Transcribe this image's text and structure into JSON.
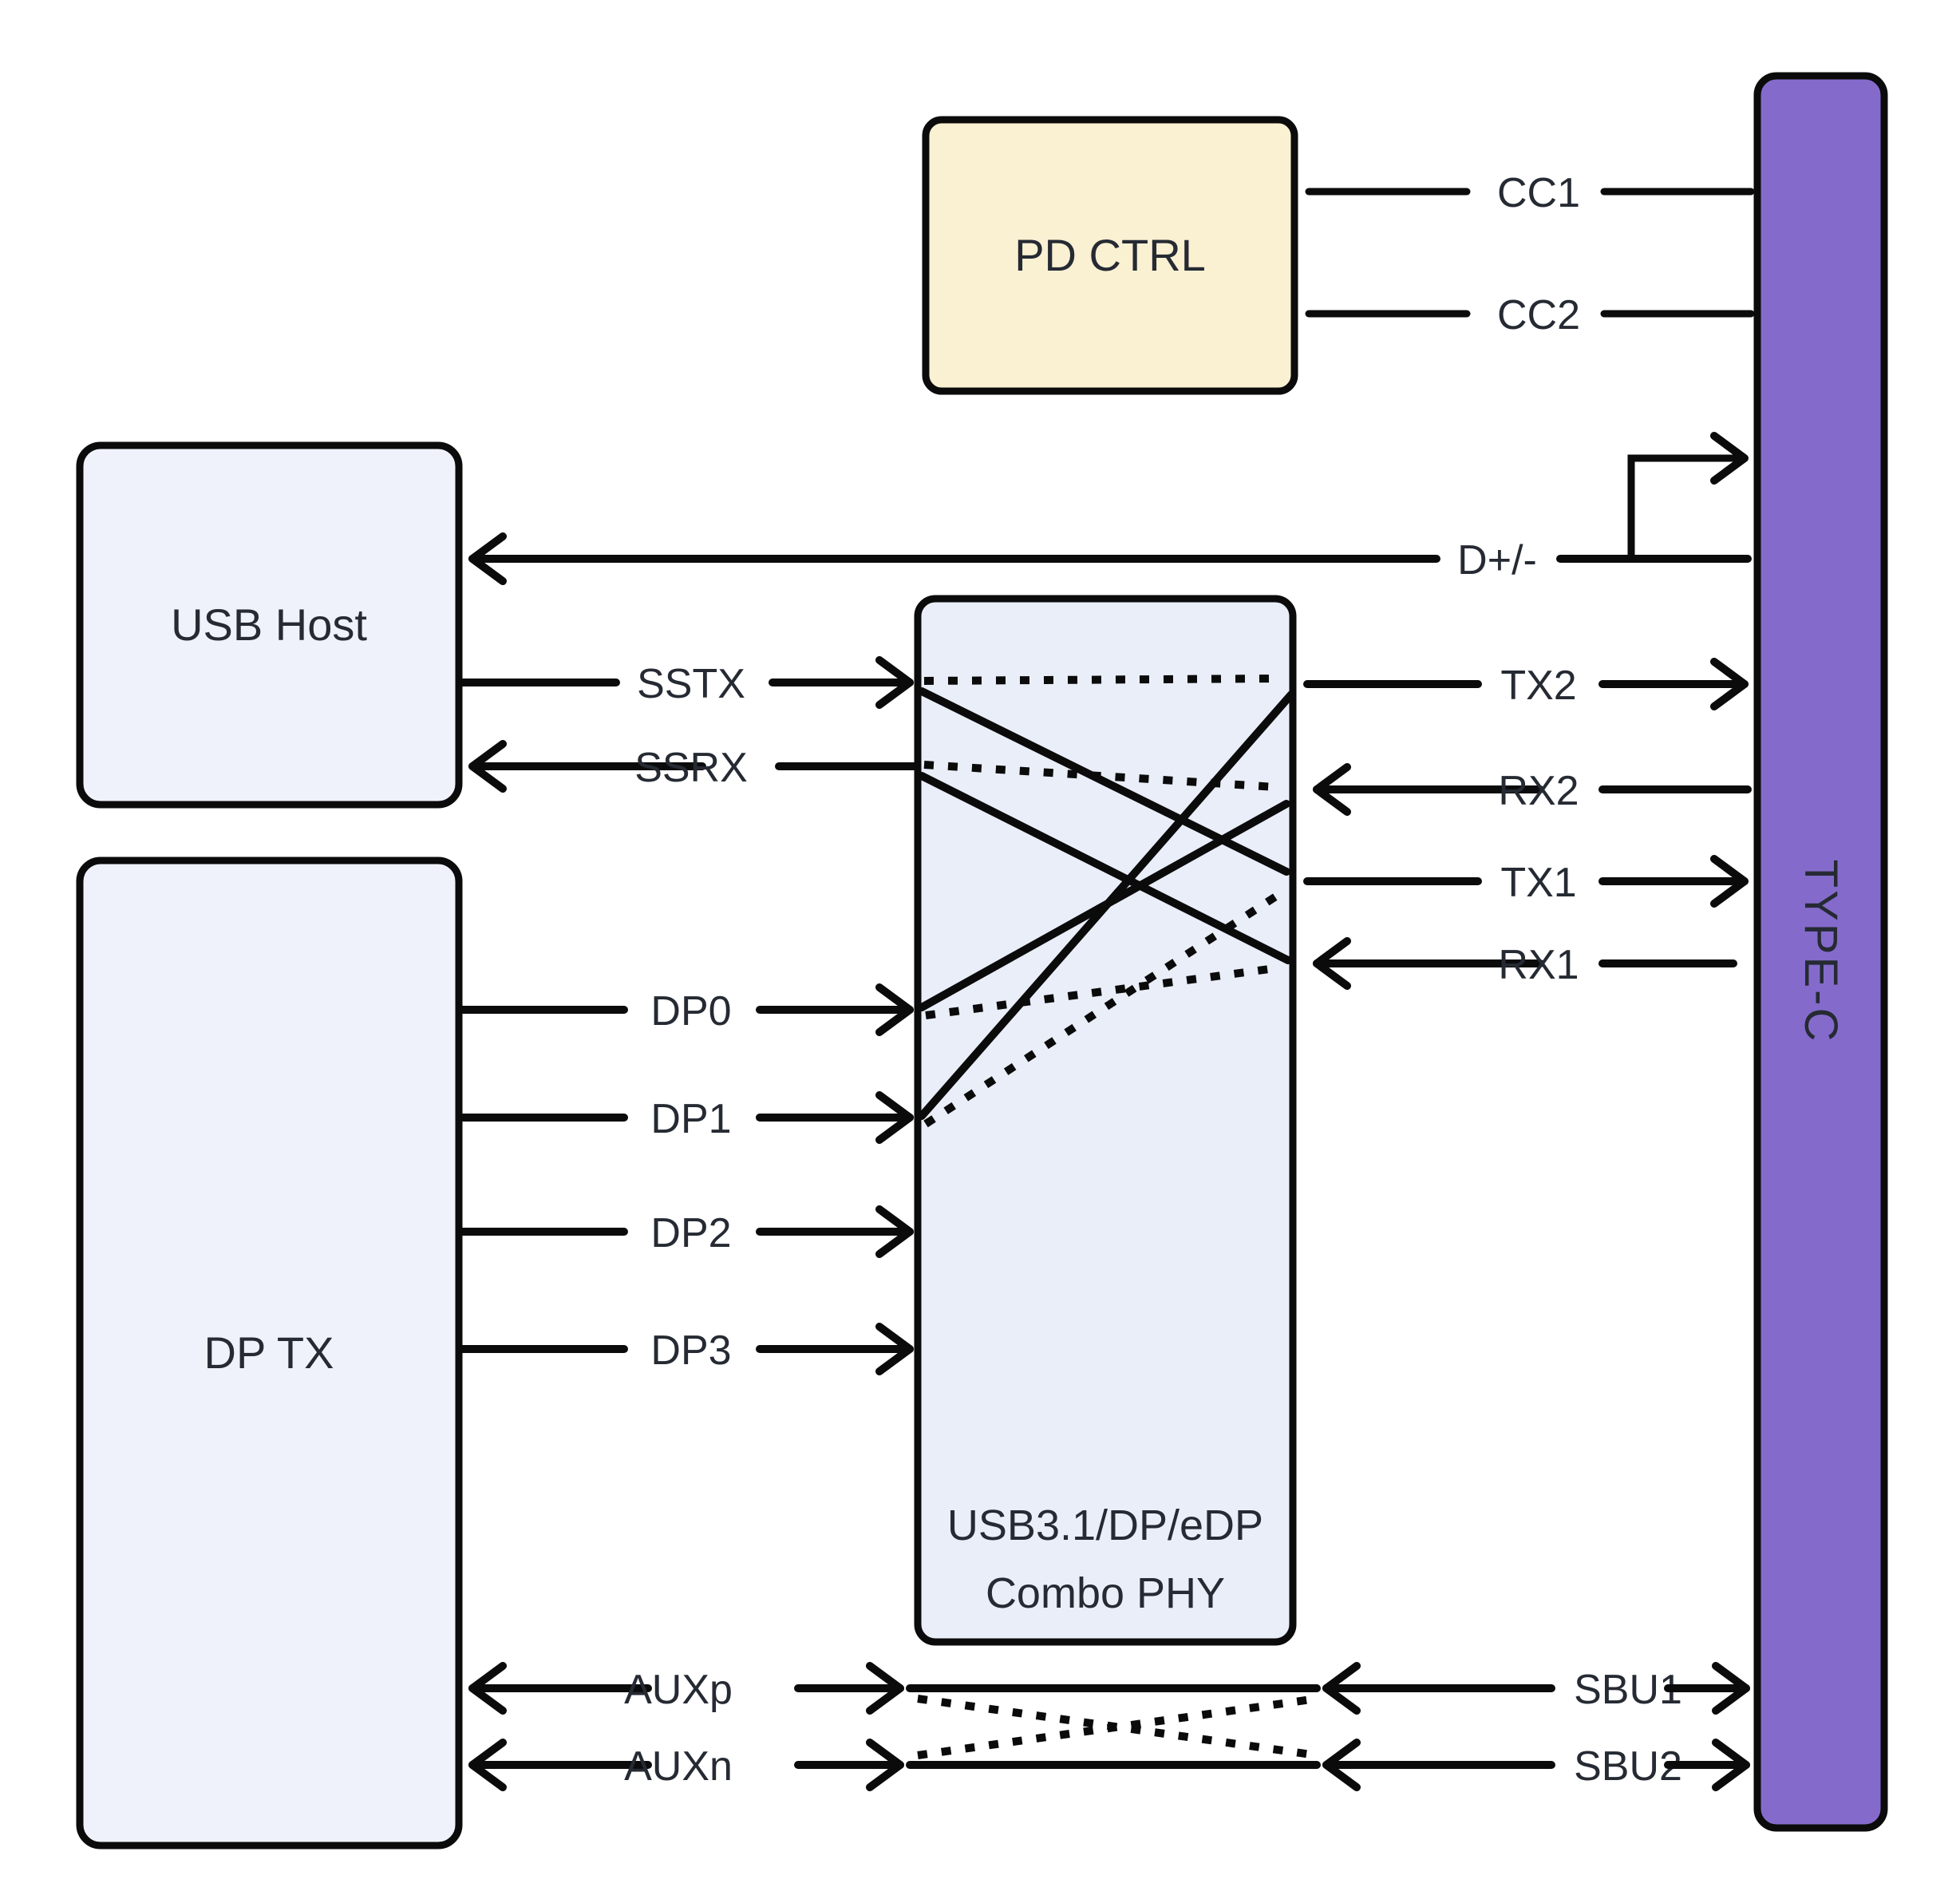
{
  "blocks": {
    "pd_ctrl": {
      "label": "PD CTRL"
    },
    "usb_host": {
      "label": "USB Host"
    },
    "dp_tx": {
      "label": "DP TX"
    },
    "combo_phy": {
      "label_line1": "USB3.1/DP/eDP",
      "label_line2": "Combo PHY"
    },
    "type_c": {
      "label": "TYPE-C"
    }
  },
  "signals": {
    "cc1": "CC1",
    "cc2": "CC2",
    "dplus_minus": "D+/-",
    "sstx": "SSTX",
    "ssrx": "SSRX",
    "dp0": "DP0",
    "dp1": "DP1",
    "dp2": "DP2",
    "dp3": "DP3",
    "auxp": "AUXp",
    "auxn": "AUXn",
    "tx2": "TX2",
    "rx2": "RX2",
    "tx1": "TX1",
    "rx1": "RX1",
    "sbu1": "SBU1",
    "sbu2": "SBU2"
  },
  "phy_mux_connections": [
    {
      "from": "SSTX",
      "to": "TX2",
      "style": "dotted"
    },
    {
      "from": "SSRX",
      "to": "RX2",
      "style": "dotted"
    },
    {
      "from": "SSTX",
      "to": "TX1",
      "style": "solid"
    },
    {
      "from": "SSRX",
      "to": "RX1",
      "style": "solid"
    },
    {
      "from": "DP0",
      "to": "RX2",
      "style": "solid"
    },
    {
      "from": "DP1",
      "to": "TX2",
      "style": "solid"
    },
    {
      "from": "DP0",
      "to": "RX1",
      "style": "dotted"
    },
    {
      "from": "DP1",
      "to": "TX1",
      "style": "dotted"
    }
  ],
  "aux_sbu_connections": [
    {
      "from": "AUXp",
      "to": "SBU1",
      "style": "solid"
    },
    {
      "from": "AUXn",
      "to": "SBU2",
      "style": "solid"
    },
    {
      "from": "AUXp",
      "to": "SBU2",
      "style": "dotted"
    },
    {
      "from": "AUXn",
      "to": "SBU1",
      "style": "dotted"
    }
  ],
  "colors": {
    "pd_ctrl_fill": "#faf0d2",
    "host_fill": "#eff2fb",
    "dp_tx_fill": "#eff2fb",
    "phy_fill": "#e9eef9",
    "type_c_fill": "#846bcb",
    "line": "#0b0b0b",
    "text": "#252a33",
    "type_c_text": "#ffffff"
  }
}
